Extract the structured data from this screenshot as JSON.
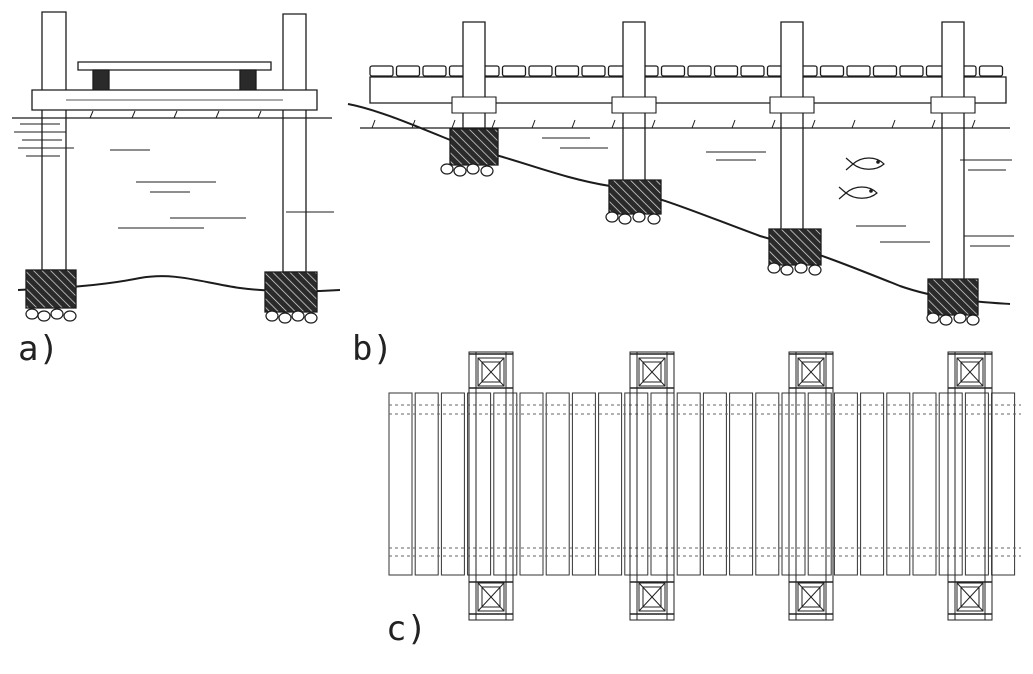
{
  "labels": {
    "a": "a)",
    "b": "b)",
    "c": "c)"
  },
  "colors": {
    "ink": "#1c1c1c",
    "paper": "#ffffff",
    "light_line": "#555555"
  }
}
